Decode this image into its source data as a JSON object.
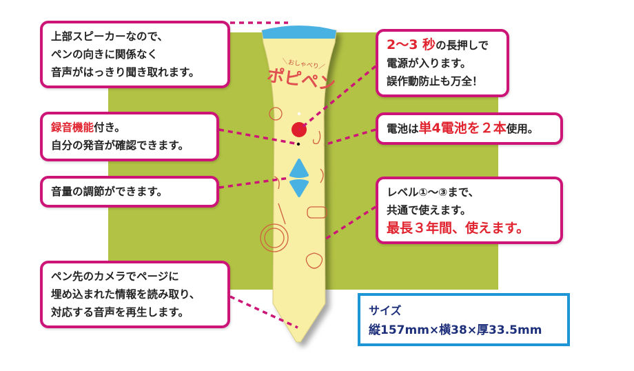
{
  "product": {
    "logo_subtitle": "＼おしゃべり／",
    "logo_title": "ポピペン"
  },
  "callouts": {
    "speaker": {
      "lines": [
        "上部スピーカーなので、",
        "ペンの向きに関係なく",
        "音声がはっきり聞き取れます。"
      ]
    },
    "power": {
      "line1_red": "2～3 秒",
      "line1_rest": "の長押しで",
      "line2": "電源が入ります。",
      "line3": "誤作動防止も万全！"
    },
    "record": {
      "line1_red": "録音機能",
      "line1_rest": "付き。",
      "line2": "自分の発音が確認できます。"
    },
    "battery": {
      "prefix": "電池は",
      "red": "単4電池を２本",
      "suffix": "使用。"
    },
    "volume": {
      "text": "音量の調節ができます。"
    },
    "level": {
      "line1": "レベル①～③まで、",
      "line2": "共通で使えます。",
      "line3_red": "最長３年間、使えます。"
    },
    "camera": {
      "lines": [
        "ペン先のカメラでページに",
        "埋め込まれた情報を読み取り、",
        "対応する音声を再生します。"
      ]
    }
  },
  "size": {
    "label": "サイズ",
    "value": "縦157mm×横38×厚33.5mm"
  },
  "colors": {
    "accent_magenta": "#cc1577",
    "highlight_red": "#e0232e",
    "background_green": "#b2c244",
    "pen_body": "#f8eea4",
    "pen_cap": "#4ab2e2",
    "size_border": "#1e96d6",
    "size_text": "#1d2f7a"
  }
}
